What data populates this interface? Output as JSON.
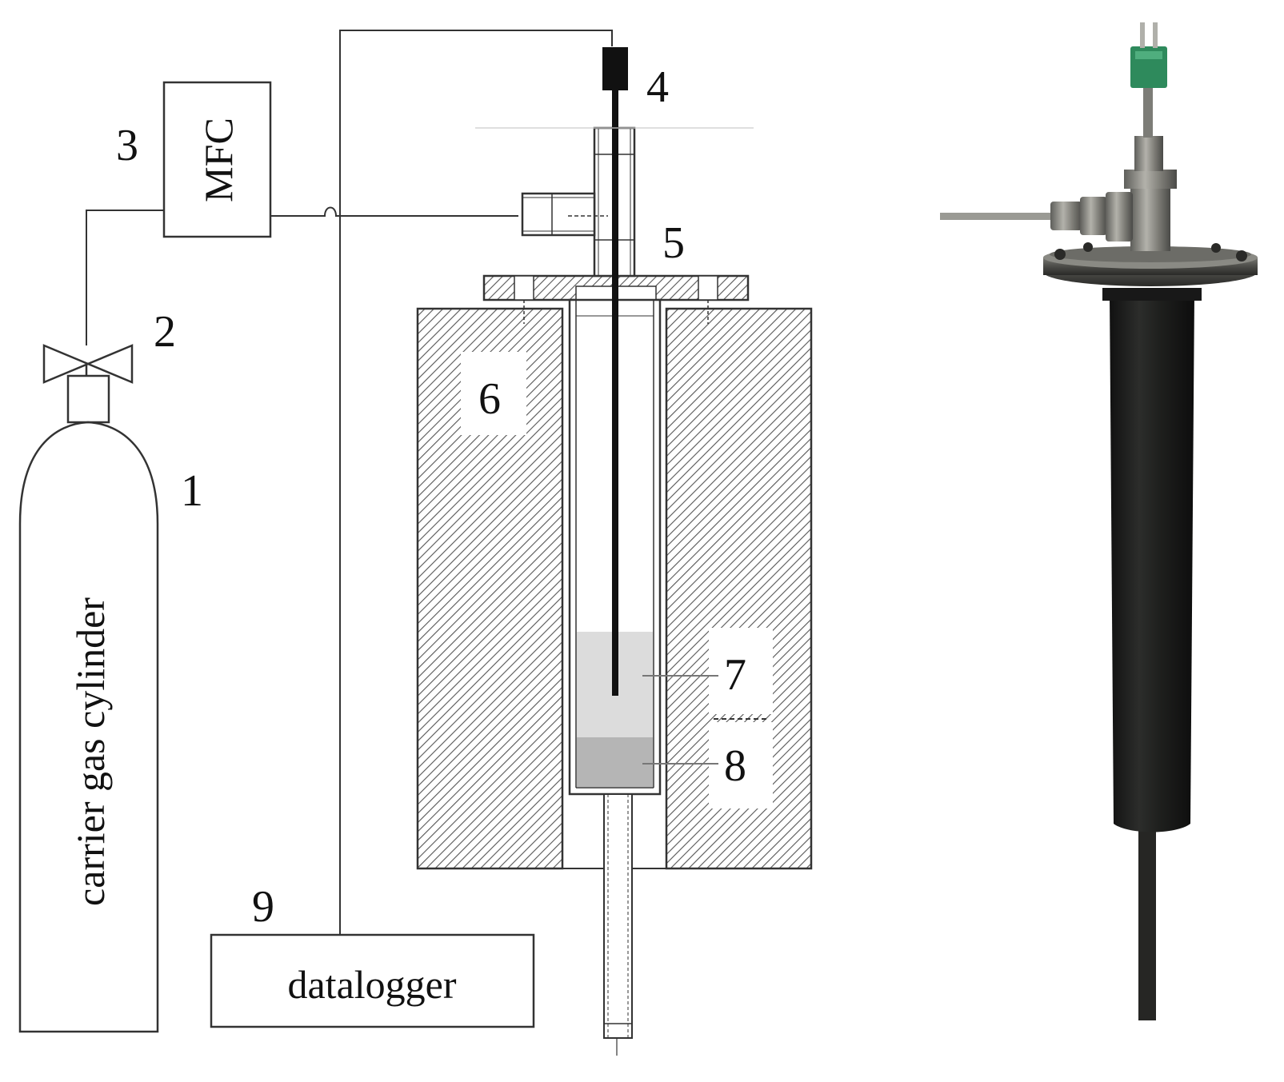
{
  "labels": {
    "n1": "1",
    "n2": "2",
    "n3": "3",
    "n4": "4",
    "n5": "5",
    "n6": "6",
    "n7": "7",
    "n8": "8",
    "n9": "9",
    "mfc": "MFC",
    "cylinder": "carrier gas cylinder",
    "datalogger": "datalogger"
  },
  "colors": {
    "line": "#333333",
    "hatch": "#555555",
    "sample_light": "#dcdcdc",
    "sample_dark": "#b5b5b5",
    "reactor_body": "#1c1d1c",
    "steel": "#8a8a86",
    "connector": "#2e8a5c"
  }
}
